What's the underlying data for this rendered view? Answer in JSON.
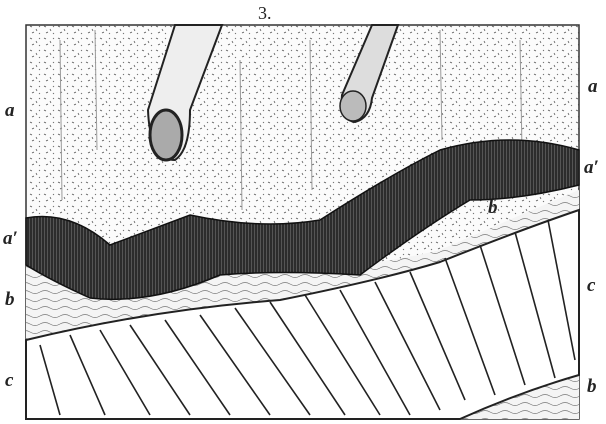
{
  "figure_number": "3.",
  "labels": {
    "left": [
      "a",
      "a′",
      "b",
      "c"
    ],
    "right": [
      "a",
      "a′",
      "c",
      "b"
    ],
    "inner_b": "b"
  }
}
